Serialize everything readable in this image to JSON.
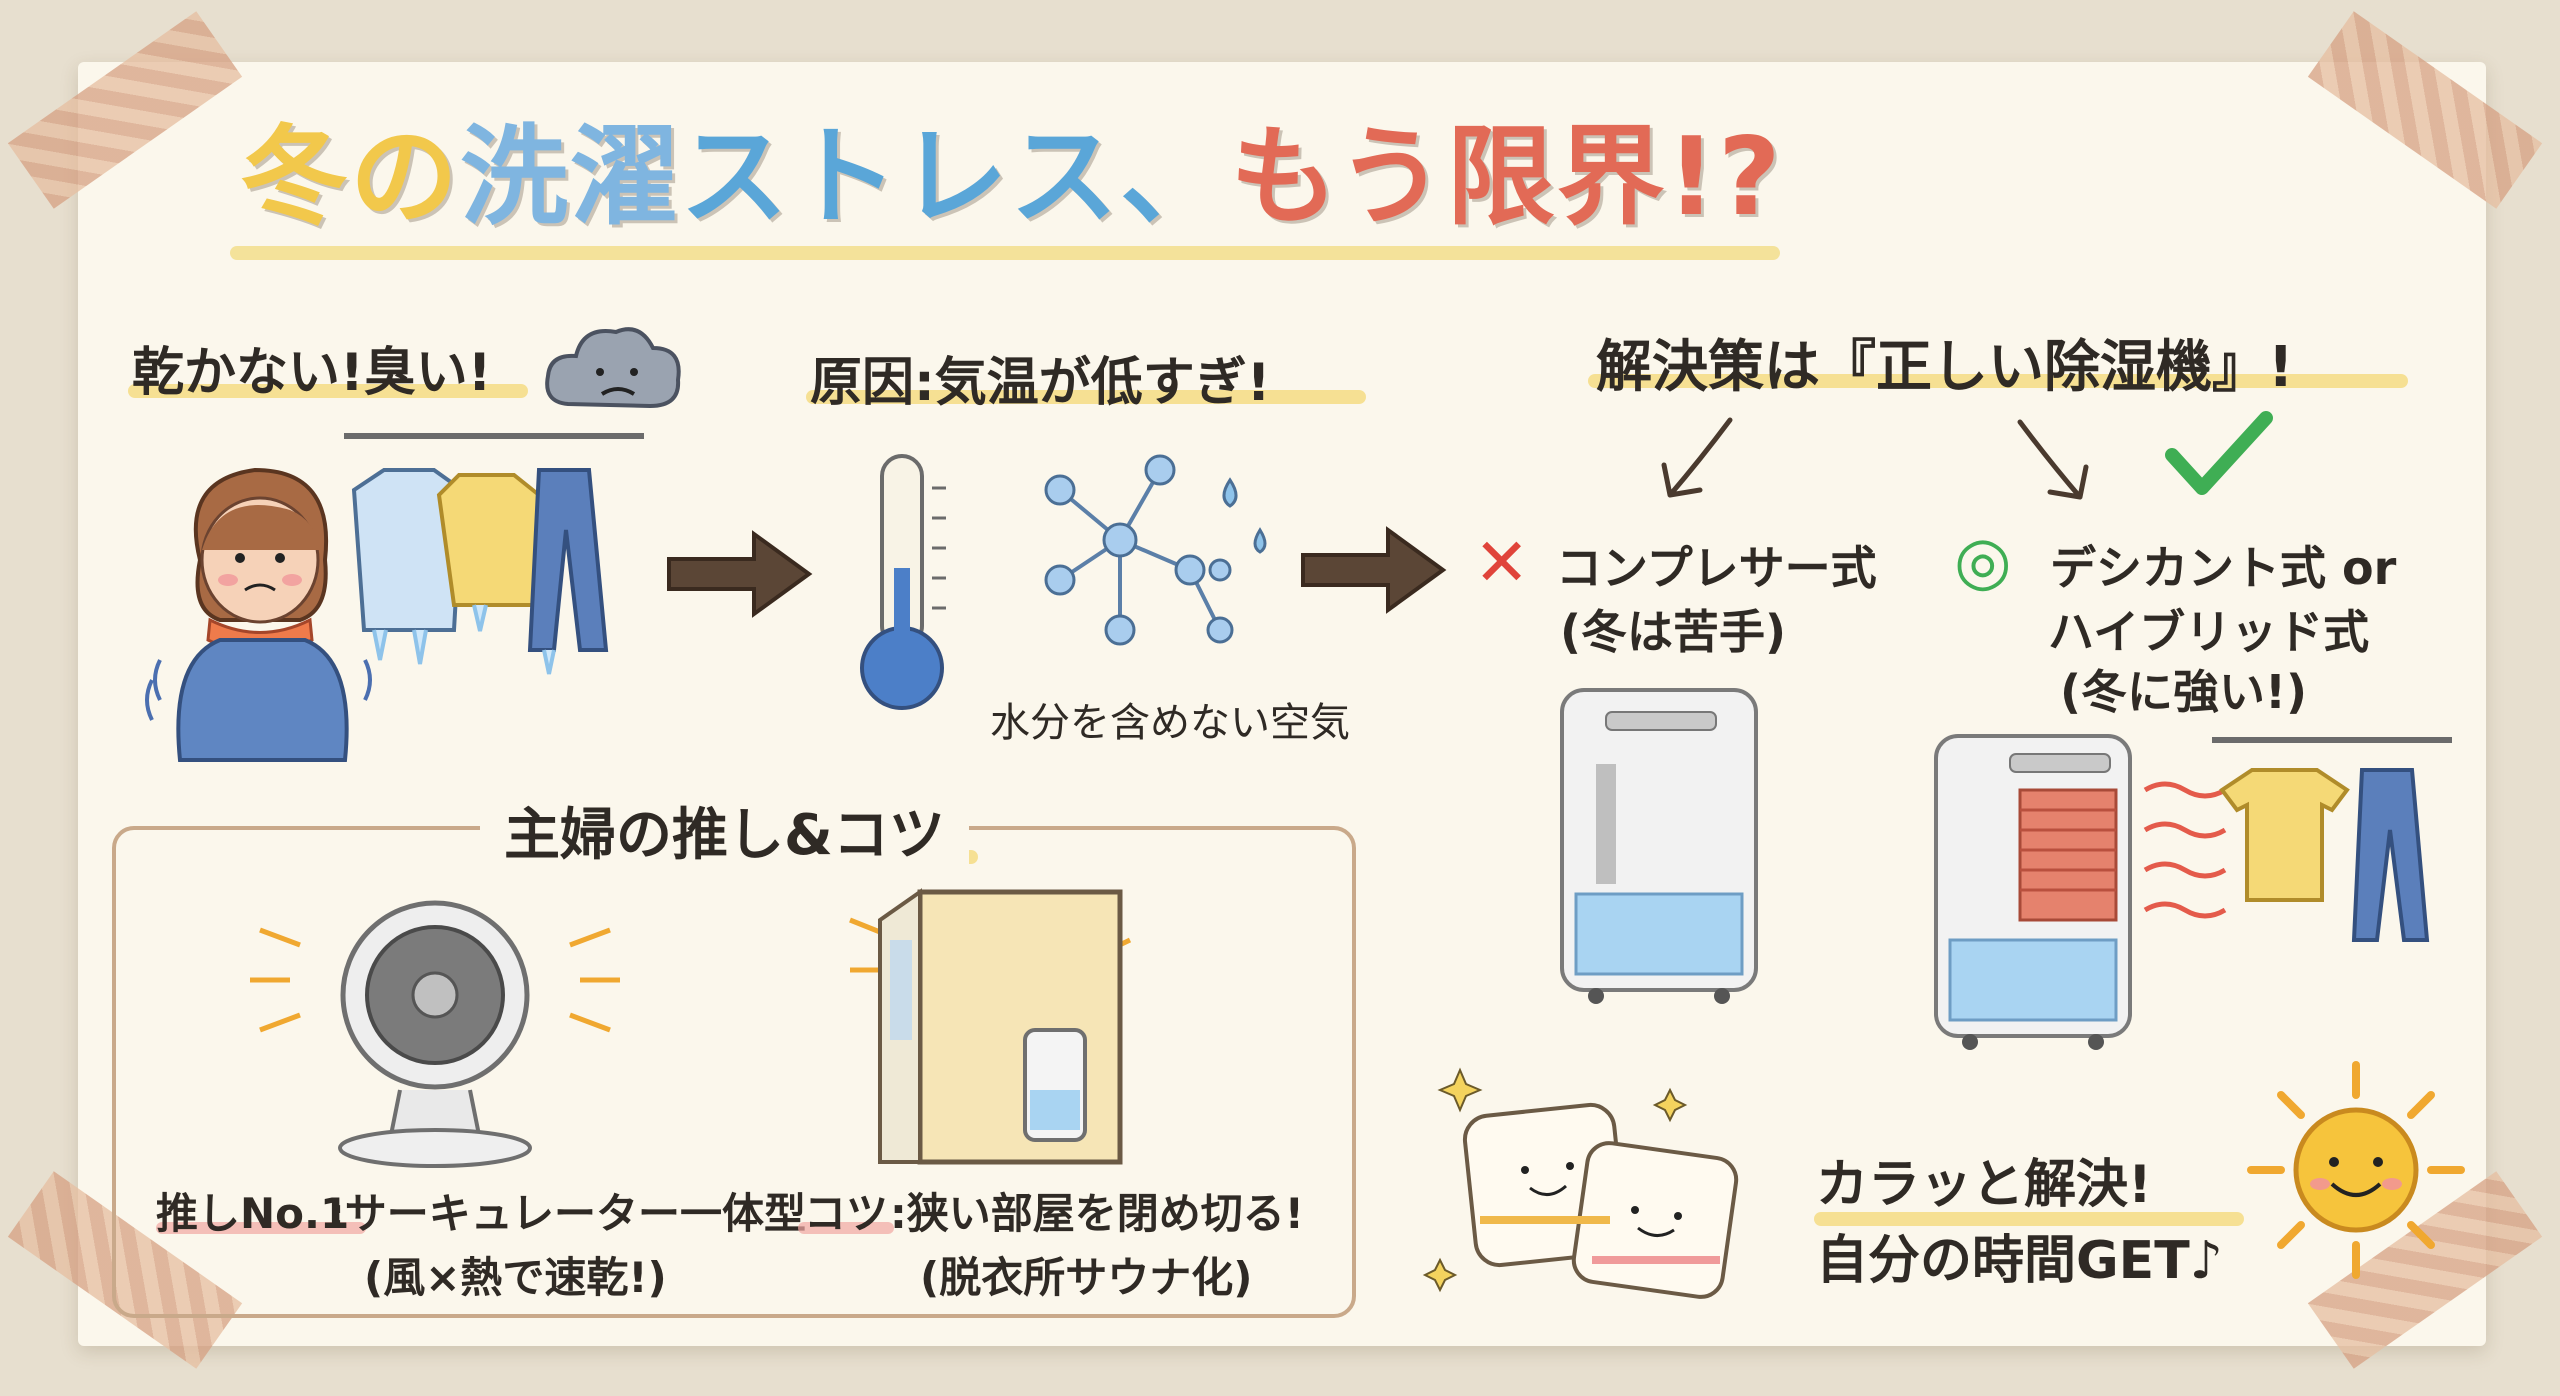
{
  "title": {
    "parts": [
      {
        "text": "冬の",
        "color": "#f2c84b"
      },
      {
        "text": "洗濯",
        "color": "#7fb5e0"
      },
      {
        "text": "ストレス、",
        "color": "#5aa6d8"
      },
      {
        "text": "もう限界!?",
        "color": "#e26a56"
      }
    ]
  },
  "problem": {
    "label": "乾かない!臭い!"
  },
  "cause": {
    "label": "原因:気温が低すぎ!",
    "caption": "水分を含めない空気"
  },
  "solution": {
    "label": "解決策は『正しい除湿機』!",
    "bad": {
      "mark": "✕",
      "name": "コンプレサー式",
      "note": "(冬は苦手)"
    },
    "good": {
      "mark": "◎",
      "name_line1": "デシカント式 or",
      "name_line2": "ハイブリッド式",
      "note": "(冬に強い!)"
    }
  },
  "tips": {
    "title": "主婦の推し&コツ",
    "item1": {
      "head": "推しNo.1",
      "text": ":サーキュレーター一体型",
      "note": "(風×熱で速乾!)"
    },
    "item2": {
      "head": "コツ",
      "text": ":狭い部屋を閉め切る!",
      "note": "(脱衣所サウナ化)"
    }
  },
  "result": {
    "line1": "カラッと解決!",
    "line2": "自分の時間GET♪"
  },
  "colors": {
    "arrow": "#5b4636",
    "bad": "#e0443a",
    "good": "#3fae54",
    "water": "#a9d4f2",
    "heat": "#e45b4b"
  }
}
